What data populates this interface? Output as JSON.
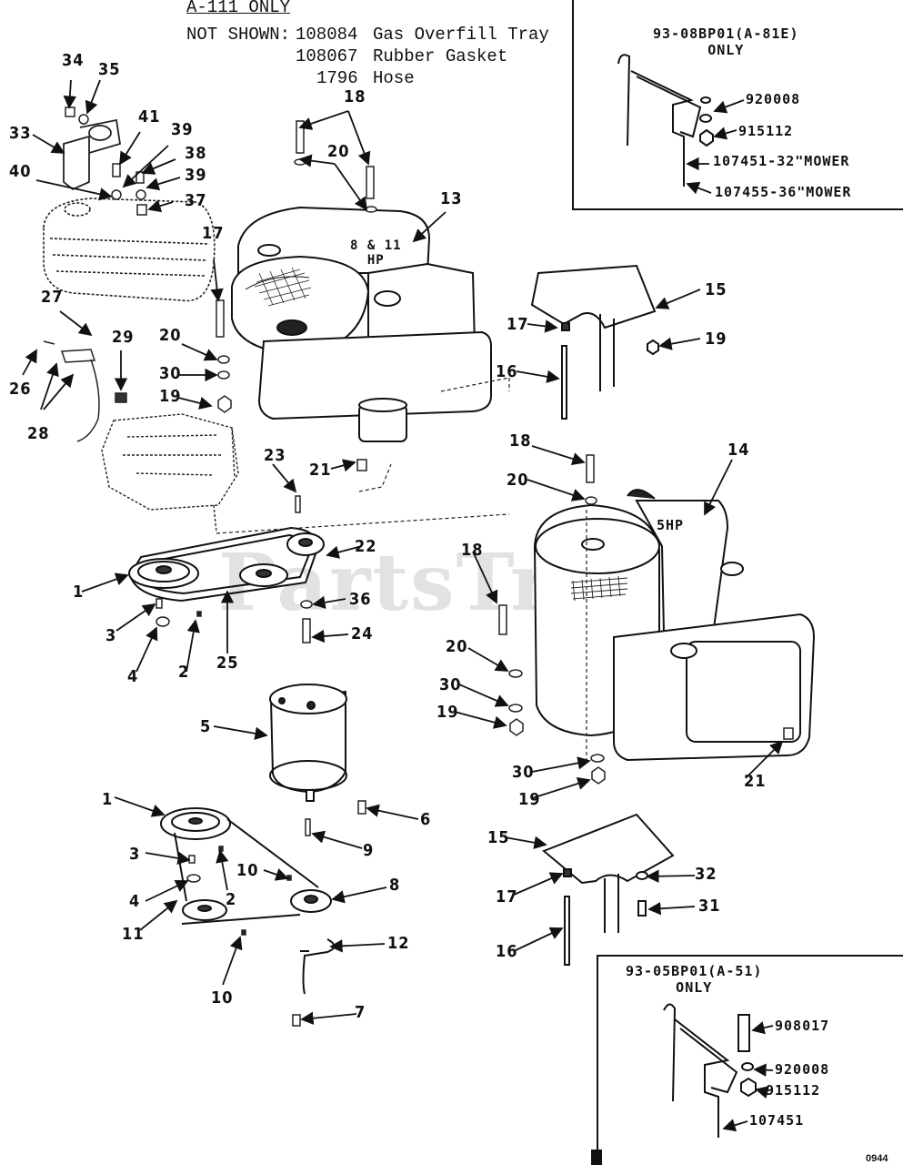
{
  "header": {
    "only_note": "A-111 ONLY",
    "not_shown_label": "NOT SHOWN:",
    "not_shown": [
      {
        "part": "108084",
        "desc": "Gas Overfill Tray"
      },
      {
        "part": "108067",
        "desc": "Rubber Gasket"
      },
      {
        "part": "1796",
        "desc": "Hose"
      }
    ]
  },
  "engines": {
    "large_hp": "8 & 11\nHP",
    "small_hp": "5HP"
  },
  "inset_top": {
    "title": "93-08BP01(A-81E)\nONLY",
    "parts": [
      "920008",
      "915112",
      "107451-32\"MOWER",
      "107455-36\"MOWER"
    ]
  },
  "inset_bottom": {
    "title": "93-05BP01(A-51)\nONLY",
    "parts": [
      "908017",
      "920008",
      "915112",
      "107451"
    ]
  },
  "watermark": "PartsTree",
  "trademark": "™",
  "corner_code": "0944",
  "callouts": {
    "c34": "34",
    "c35": "35",
    "c33": "33",
    "c41": "41",
    "c39a": "39",
    "c38": "38",
    "c39b": "39",
    "c40": "40",
    "c37": "37",
    "c27": "27",
    "c29": "29",
    "c26": "26",
    "c28": "28",
    "c18a": "18",
    "c20a": "20",
    "c13": "13",
    "c17a": "17",
    "c20b": "20",
    "c30a": "30",
    "c19a": "19",
    "c21a": "21",
    "c23": "23",
    "c15a": "15",
    "c17b": "17",
    "c19b": "19",
    "c16a": "16",
    "c22": "22",
    "c1a": "1",
    "c36": "36",
    "c3a": "3",
    "c4a": "4",
    "c2a": "2",
    "c25": "25",
    "c24": "24",
    "c18b": "18",
    "c20c": "20",
    "c14": "14",
    "c18c": "18",
    "c20d": "20",
    "c30b": "30",
    "c19c": "19",
    "c30c": "30",
    "c19d": "19",
    "c21b": "21",
    "c5": "5",
    "c1b": "1",
    "c6": "6",
    "c9": "9",
    "c3b": "3",
    "c10a": "10",
    "c8": "8",
    "c4b": "4",
    "c2b": "2",
    "c11": "11",
    "c12": "12",
    "c10b": "10",
    "c7": "7",
    "c15b": "15",
    "c32": "32",
    "c17c": "17",
    "c31": "31",
    "c16b": "16"
  }
}
